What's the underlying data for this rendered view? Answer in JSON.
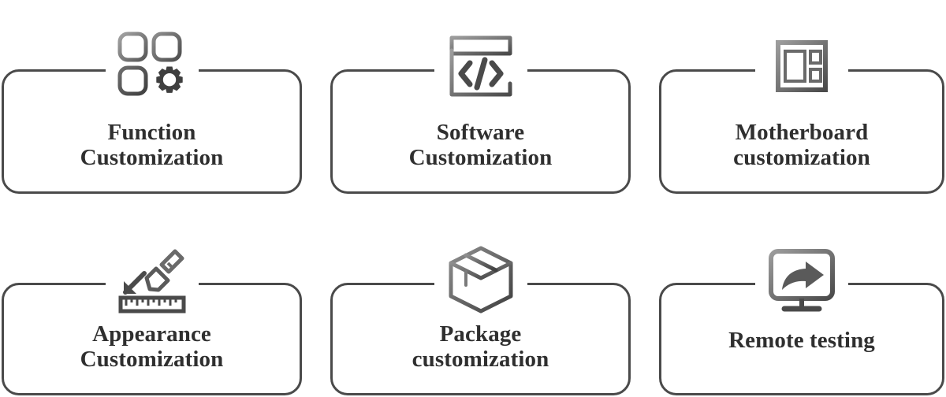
{
  "page": {
    "background_color": "#ffffff",
    "text_color": "#2f2f2f",
    "border_color": "#4a4a4a",
    "icon_dark": "#4a4a4a",
    "icon_light": "#9a9a9a",
    "columns": 3,
    "rows": 2
  },
  "cards": [
    {
      "icon": "function-customization-icon",
      "icon_description": "three rounded squares with a gear",
      "line1": "Function",
      "line2": "Customization"
    },
    {
      "icon": "software-customization-icon",
      "icon_description": "browser window with code angle brackets and slash",
      "line1": "Software",
      "line2": "Customization"
    },
    {
      "icon": "motherboard-customization-icon",
      "icon_description": "cpu chip with pins on all sides",
      "line1": "Motherboard",
      "line2": "customization"
    },
    {
      "icon": "appearance-customization-icon",
      "icon_description": "design corner with pen and ruler",
      "line1": "Appearance",
      "line2": "Customization"
    },
    {
      "icon": "package-customization-icon",
      "icon_description": "isometric cardboard box",
      "line1": "Package",
      "line2": "customization"
    },
    {
      "icon": "remote-testing-icon",
      "icon_description": "monitor screen with forward share arrow",
      "line1": "Remote testing",
      "line2": ""
    }
  ]
}
